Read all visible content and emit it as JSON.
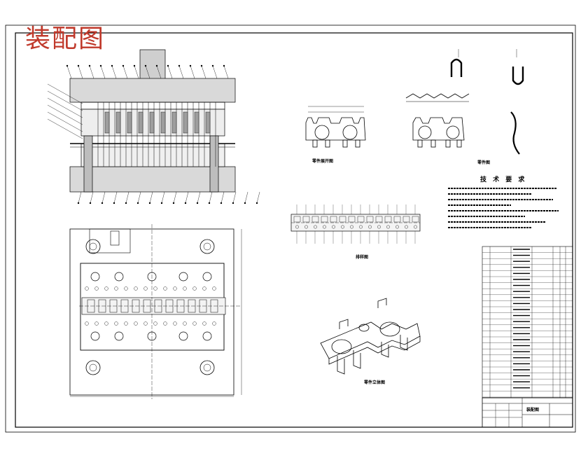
{
  "drawing": {
    "title": "装配图",
    "technical_requirements_heading": "技 术 要 求",
    "views": {
      "part_development": "零件展开图",
      "part_3d": "零件立体图",
      "strip_layout": "排样图",
      "part_drawing": "零件图"
    },
    "title_block": {
      "name": "装配图"
    }
  },
  "colors": {
    "title_red": "#c0392b",
    "line": "#000000",
    "background": "#ffffff"
  }
}
